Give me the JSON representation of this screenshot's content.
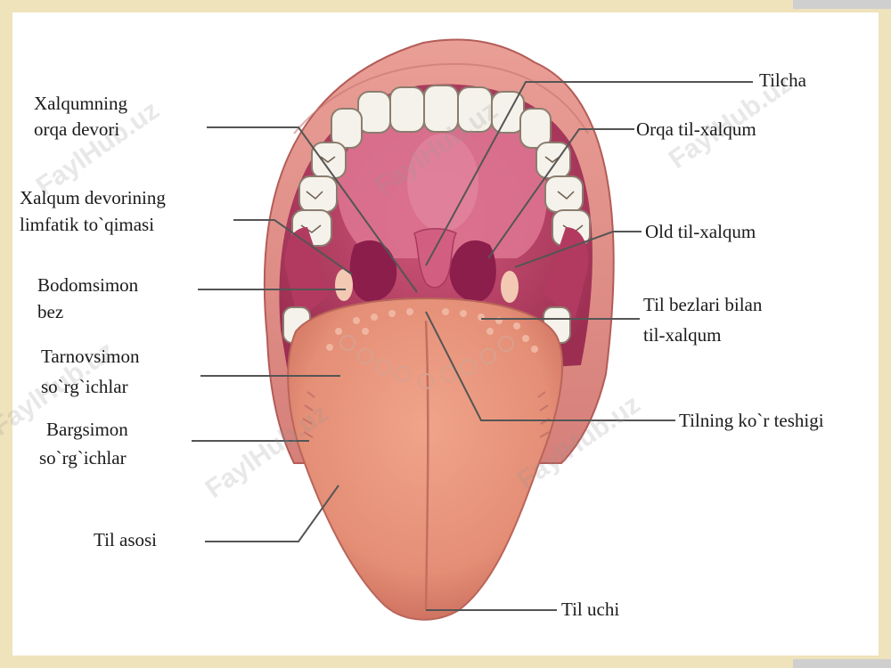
{
  "labels": {
    "pharynx_back_wall_1": "Xalqumning",
    "pharynx_back_wall_2": "orqa devori",
    "lymphatic_1": "Xalqum devorining",
    "lymphatic_2": "limfatik to`qimasi",
    "tonsil_1": "Bodomsimon",
    "tonsil_2": "bez",
    "vallate_1": "Tarnovsimon",
    "vallate_2": "so`rg`ichlar",
    "foliate_1": "Bargsimon",
    "foliate_2": "so`rg`ichlar",
    "tongue_root": "Til asosi",
    "uvula": "Tilcha",
    "back_arch": "Orqa til-xalqum",
    "front_arch": "Old  til-xalqum",
    "glandular_1": " Til bezlari bilan",
    "glandular_2": "til-xalqum",
    "foramen_caecum": "Tilning ko`r teshigi",
    "tongue_tip": "Til uchi"
  },
  "watermark": "FaylHub.uz",
  "colors": {
    "frame": "#efe3bb",
    "lip": "#e3908a",
    "mouth_cavity": "#c24a6a",
    "palate": "#d96c86",
    "tongue": "#e8947a",
    "teeth": "#f4f1ea",
    "tonsil": "#8c1e4c",
    "leader_line": "#555555"
  }
}
